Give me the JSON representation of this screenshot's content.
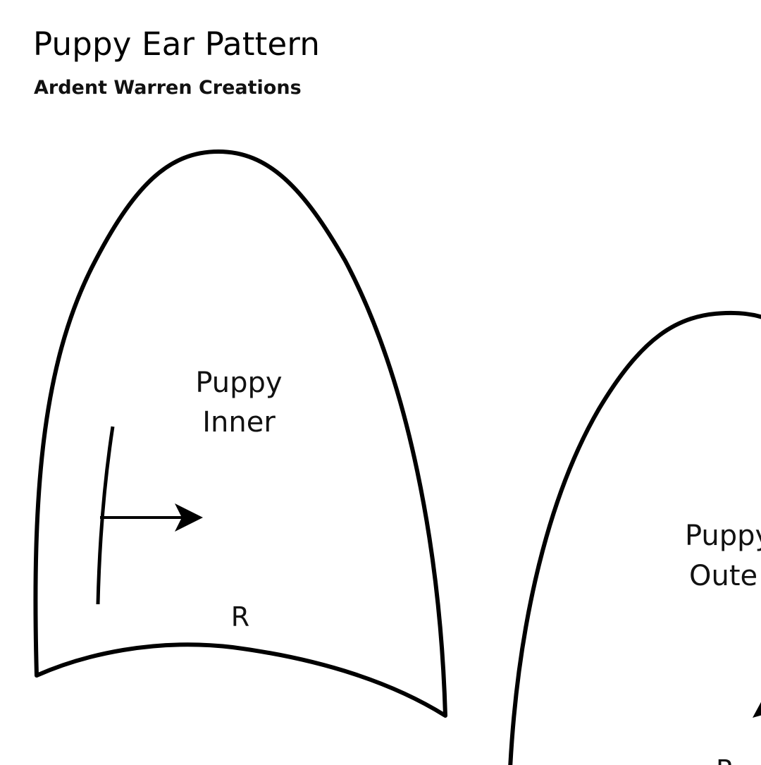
{
  "header": {
    "title": "Puppy Ear Pattern",
    "subtitle": "Ardent Warren Creations"
  },
  "pieces": {
    "inner": {
      "label_line1": "Puppy",
      "label_line2": "Inner",
      "side_marker": "R"
    },
    "outer": {
      "label_line1": "Puppy",
      "label_line2": "Oute",
      "side_marker": "R"
    }
  },
  "colors": {
    "outline": "#000000",
    "background": "#ffffff"
  }
}
